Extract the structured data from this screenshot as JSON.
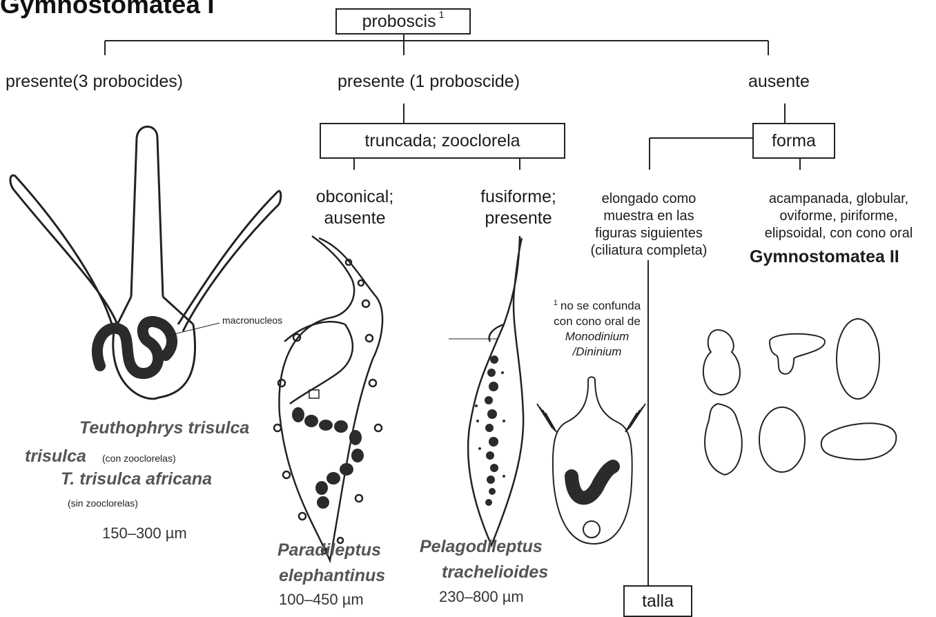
{
  "title": "Gymnostomatea I",
  "root": {
    "label": "proboscis",
    "footnote_mark": "1"
  },
  "branches": {
    "left": "presente(3 probocides)",
    "middle": "presente (1 proboscide)",
    "right": "ausente"
  },
  "middle_box": "truncada; zooclorela",
  "middle_children": {
    "a": [
      "obconical;",
      "ausente"
    ],
    "b": [
      "fusiforme;",
      "presente"
    ]
  },
  "right_box": "forma",
  "right_children": {
    "a": [
      "elongado como",
      "muestra en las",
      "figuras siguientes",
      "(ciliatura completa)"
    ],
    "b": [
      "acampanada, globular,",
      "oviforme, piriforme,",
      "elipsoidal, con cono oral"
    ],
    "b_result": "Gymnostomatea II"
  },
  "bottom_box": "talla",
  "annotation_macro": "macronucleos",
  "footnote": {
    "mark": "1",
    "lines": [
      "no se confunda",
      "con cono oral de"
    ],
    "italic_lines": [
      "Monodinium",
      "/Dininium"
    ]
  },
  "species": {
    "teuthophrys": {
      "name1": "Teuthophrys trisulca",
      "name2": "trisulca",
      "note1": "(con zooclorelas)",
      "name3": "T. trisulca africana",
      "note2": "(sin zooclorelas)",
      "size": "150–300 µm"
    },
    "paradileptus": {
      "name1": "Paradileptus",
      "name2": "elephantinus",
      "size": "100–450 µm"
    },
    "pelagodileptus": {
      "name1": "Pelagodileptus",
      "name2": "trachelioides",
      "size": "230–800 µm"
    }
  },
  "colors": {
    "line": "#222222",
    "nucleus": "#2b2b2b",
    "species_text": "#555555"
  }
}
